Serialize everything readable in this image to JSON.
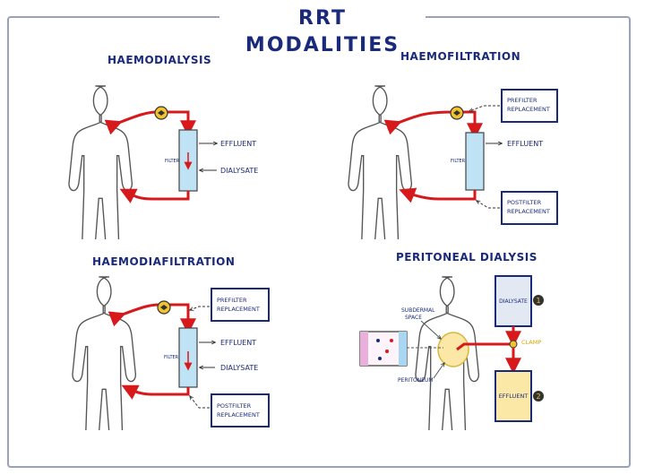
{
  "title": "RRT MODALITIES",
  "panels": {
    "hd": {
      "title": "HAEMODIALYSIS",
      "filter_label": "FILTER",
      "effluent": "EFFLUENT",
      "dialysate": "DIALYSATE"
    },
    "hf": {
      "title": "HAEMOFILTRATION",
      "filter_label": "FILTER",
      "prefilter": [
        "PREFILTER",
        "REPLACEMENT"
      ],
      "effluent": "EFFLUENT",
      "postfilter": [
        "POSTFILTER",
        "REPLACEMENT"
      ]
    },
    "hdf": {
      "title": "HAEMODIAFILTRATION",
      "filter_label": "FILTER",
      "prefilter": [
        "PREFILTER",
        "REPLACEMENT"
      ],
      "effluent": "EFFLUENT",
      "dialysate": "DIALYSATE",
      "postfilter": [
        "POSTFILTER",
        "REPLACEMENT"
      ]
    },
    "pd": {
      "title": "PERITONEAL DIALYSIS",
      "subdermal": [
        "SUBDERMAL",
        "SPACE"
      ],
      "peritoneum": "PERITONEUM",
      "dialysate": "DIALYSATE",
      "clamp": "CLAMP",
      "effluent": "EFFLUENT",
      "step1": "1",
      "step2": "2"
    }
  },
  "colors": {
    "ink": "#1a2a7a",
    "blood": "#d7191c",
    "filter": "#bfe3f5",
    "pump": "#f2c230",
    "arrow": "#3a3a3a"
  }
}
